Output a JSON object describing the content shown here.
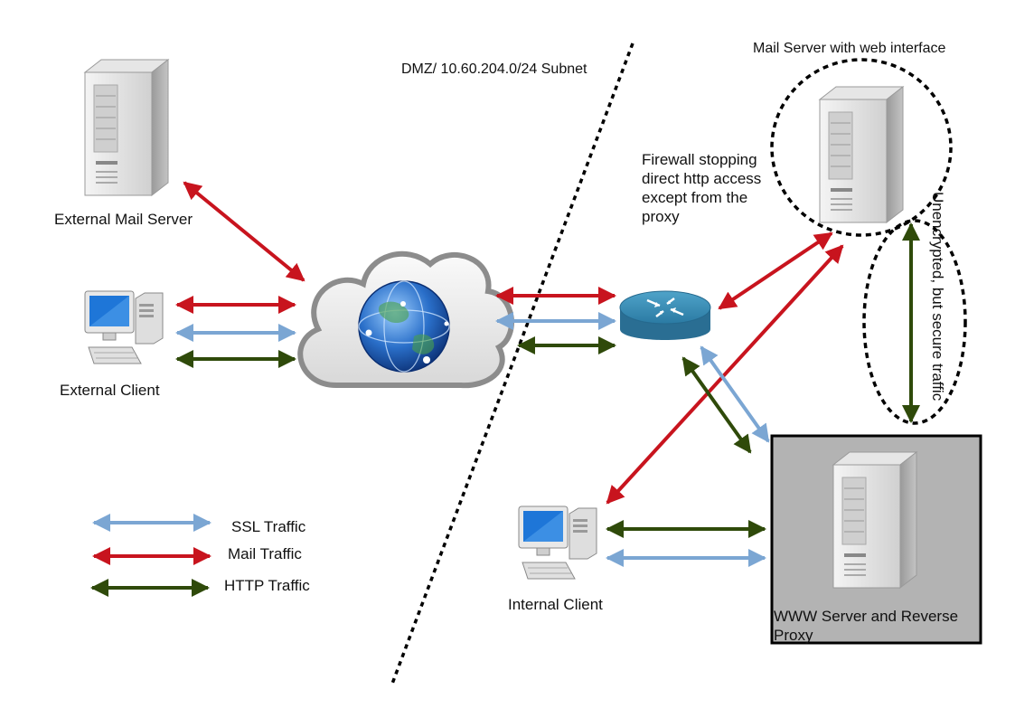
{
  "dmz_label": "DMZ/ 10.60.204.0/24 Subnet",
  "nodes": {
    "external_mail_server": "External Mail Server",
    "external_client": "External Client",
    "mail_server_web": "Mail Server with web interface",
    "internal_client": "Internal Client",
    "www_proxy_line1": "WWW Server and Reverse",
    "www_proxy_line2": "Proxy"
  },
  "firewall_note": {
    "line1": "Firewall stopping",
    "line2": "direct http access",
    "line3": "except from the",
    "line4": "proxy"
  },
  "secure_link_label": "Unencrypted, but secure traffic",
  "legend": {
    "ssl": "SSL Traffic",
    "mail": "Mail Traffic",
    "http": "HTTP Traffic"
  },
  "colors": {
    "ssl": "#7ba6d3",
    "mail": "#c8141e",
    "http": "#2f4a0a",
    "proxy_box": "#b3b3b3",
    "router": "#3b8fb8"
  },
  "icons": {
    "server": "server-tower-icon",
    "client": "desktop-computer-icon",
    "internet": "internet-cloud-globe-icon",
    "router": "router-icon"
  }
}
